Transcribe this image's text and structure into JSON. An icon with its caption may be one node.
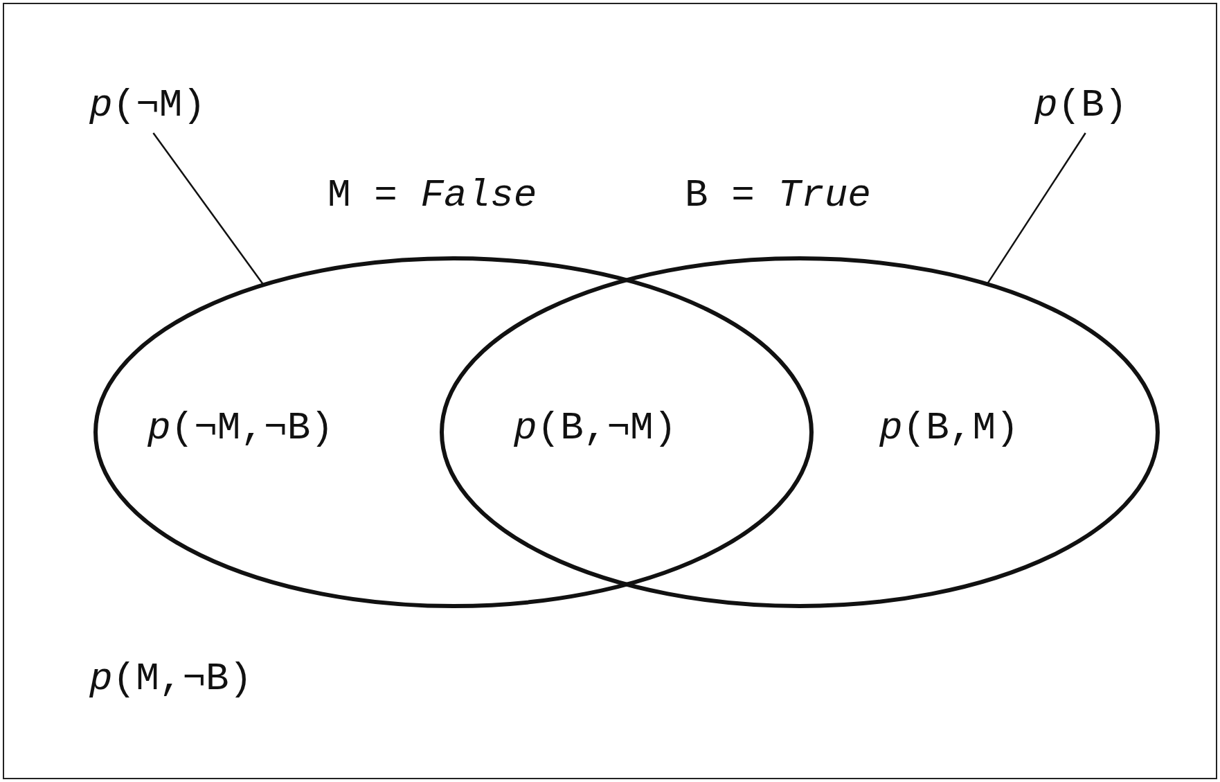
{
  "diagram": {
    "nodes": [
      {
        "text": [
          "*p*(¬M)"
        ]
      },
      {
        "text": [
          "*p*(B)"
        ]
      },
      {
        "text": [
          "M = *False*"
        ]
      },
      {
        "text": [
          "B = *True*"
        ]
      }
    ],
    "edges": [
      {
        "from": 0,
        "to": 2,
        "arrow": "none"
      },
      {
        "from": 1,
        "to": 3,
        "arrow": "none"
      }
    ],
    "labels": [
      "*p*(¬M,¬B)",
      "*p*(B,¬M)",
      "*p*(B,M)",
      "*p*(M,¬B)"
    ]
  }
}
